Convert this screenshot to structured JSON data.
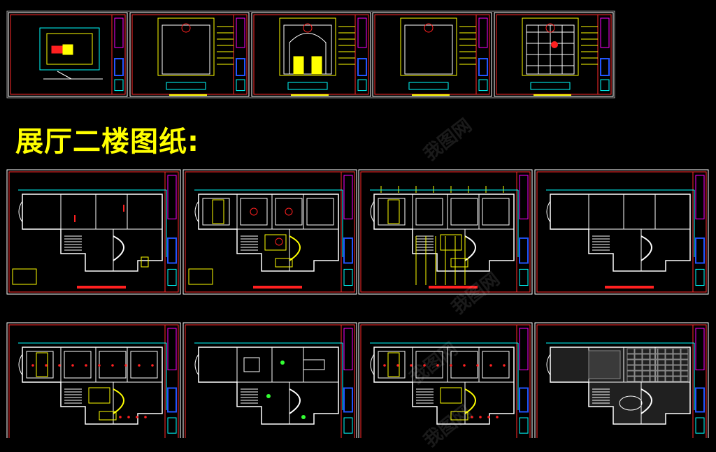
{
  "section_heading": "展厅二楼图纸:",
  "watermark_text": "我图网",
  "colors": {
    "background": "#000000",
    "heading": "#ffff00",
    "sheet_border": "#ff2a2a",
    "wall": "#ffffff",
    "cyan": "#00ffff",
    "yellow": "#ffff00",
    "magenta": "#ff00ff",
    "blue": "#2255ff",
    "green": "#33ff33",
    "red": "#ff2020",
    "grey": "#9a9a9a"
  },
  "sheets": {
    "top_row": [
      {
        "kind": "elevation-plan"
      },
      {
        "kind": "elevation-a"
      },
      {
        "kind": "elevation-b"
      },
      {
        "kind": "elevation-c"
      },
      {
        "kind": "elevation-d"
      }
    ],
    "middle_row": [
      {
        "kind": "floor-plan-layout"
      },
      {
        "kind": "ceiling-plan"
      },
      {
        "kind": "ceiling-dimension-plan"
      },
      {
        "kind": "wall-plan"
      }
    ],
    "bottom_row": [
      {
        "kind": "lighting-plan"
      },
      {
        "kind": "furniture-plan"
      },
      {
        "kind": "electrical-plan"
      },
      {
        "kind": "floor-finish-plan"
      }
    ]
  }
}
